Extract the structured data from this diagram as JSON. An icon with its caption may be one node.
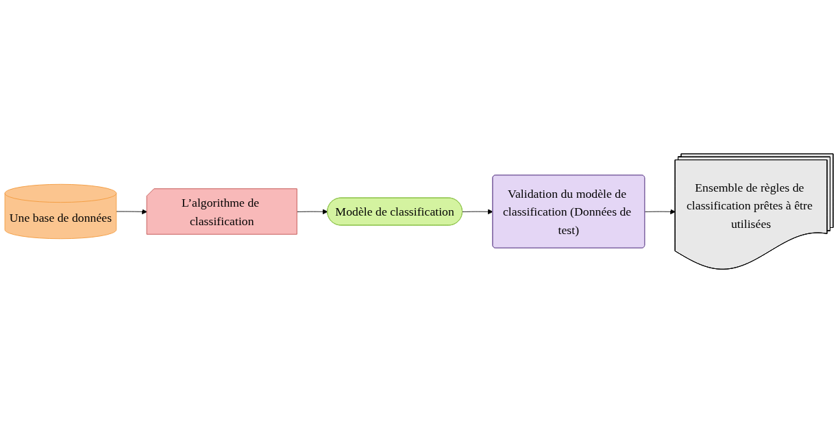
{
  "diagram": {
    "nodes": [
      {
        "text": [
          "Une base de données"
        ]
      },
      {
        "text": [
          "L’algorithme de classification"
        ]
      },
      {
        "text": [
          "Modèle de classification"
        ]
      },
      {
        "text": [
          "Validation du modèle de classification (Données de test)"
        ]
      },
      {
        "text": [
          "Ensemble de règles de classification prêtes à être utilisées"
        ]
      }
    ],
    "edges": [
      {
        "from": 0,
        "to": 1,
        "arrow": "to"
      },
      {
        "from": 1,
        "to": 2,
        "arrow": "to"
      },
      {
        "from": 2,
        "to": 3,
        "arrow": "to"
      },
      {
        "from": 3,
        "to": 4,
        "arrow": "to"
      }
    ]
  }
}
